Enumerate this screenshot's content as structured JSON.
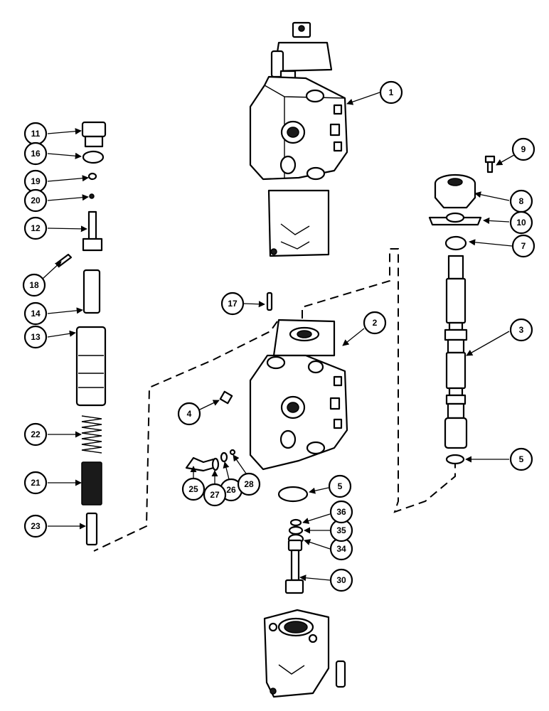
{
  "callouts": [
    "1",
    "2",
    "3",
    "4",
    "5",
    "5",
    "7",
    "8",
    "9",
    "10",
    "11",
    "12",
    "13",
    "14",
    "16",
    "17",
    "18",
    "19",
    "20",
    "21",
    "22",
    "23",
    "25",
    "26",
    "27",
    "28",
    "30",
    "34",
    "35",
    "36"
  ]
}
